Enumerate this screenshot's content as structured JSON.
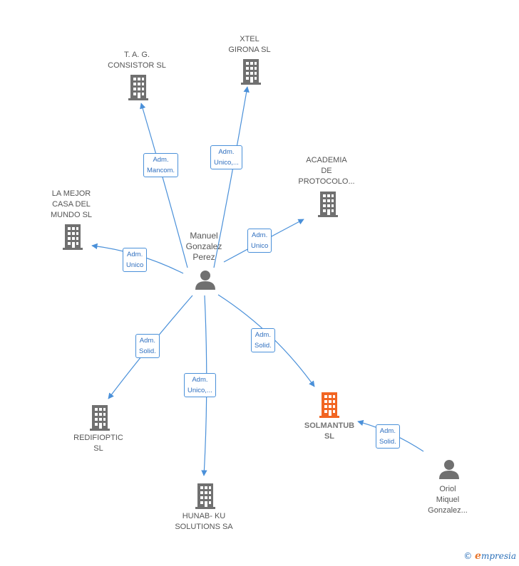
{
  "colors": {
    "edge": "#4a90d9",
    "building": "#707070",
    "building_main": "#f26522",
    "person": "#707070"
  },
  "center": {
    "name_lines": [
      "Manuel",
      "Gonzalez",
      "Perez"
    ]
  },
  "companies": [
    {
      "id": "tag",
      "lines": [
        "T.  A. G.",
        "CONSISTOR SL"
      ],
      "main": false
    },
    {
      "id": "xtel",
      "lines": [
        "XTEL",
        "GIRONA  SL"
      ],
      "main": false
    },
    {
      "id": "academia",
      "lines": [
        "ACADEMIA",
        "DE",
        "PROTOCOLO..."
      ],
      "main": false
    },
    {
      "id": "lamejor",
      "lines": [
        "LA MEJOR",
        "CASA DEL",
        "MUNDO SL"
      ],
      "main": false
    },
    {
      "id": "redifioptic",
      "lines": [
        "REDIFIOPTIC",
        "SL"
      ],
      "main": false
    },
    {
      "id": "hunab",
      "lines": [
        "HUNAB- KU",
        "SOLUTIONS SA"
      ],
      "main": false
    },
    {
      "id": "solmantub",
      "lines": [
        "SOLMANTUB",
        "SL"
      ],
      "main": true
    }
  ],
  "other_person": {
    "name_lines": [
      "Oriol",
      "Miquel",
      "Gonzalez..."
    ]
  },
  "edges": [
    {
      "to": "tag",
      "label_lines": [
        "Adm.",
        "Mancom."
      ]
    },
    {
      "to": "xtel",
      "label_lines": [
        "Adm.",
        "Unico,..."
      ]
    },
    {
      "to": "academia",
      "label_lines": [
        "Adm.",
        "Unico"
      ]
    },
    {
      "to": "lamejor",
      "label_lines": [
        "Adm.",
        "Unico"
      ]
    },
    {
      "to": "redifioptic",
      "label_lines": [
        "Adm.",
        "Solid."
      ]
    },
    {
      "to": "hunab",
      "label_lines": [
        "Adm.",
        "Unico,..."
      ]
    },
    {
      "to": "solmantub",
      "label_lines": [
        "Adm.",
        "Solid."
      ]
    },
    {
      "from": "oriol",
      "to": "solmantub",
      "label_lines": [
        "Adm.",
        "Solid."
      ]
    }
  ],
  "footer": {
    "copyright": "©",
    "brand_initial": "e",
    "brand_rest": "mpresia"
  }
}
